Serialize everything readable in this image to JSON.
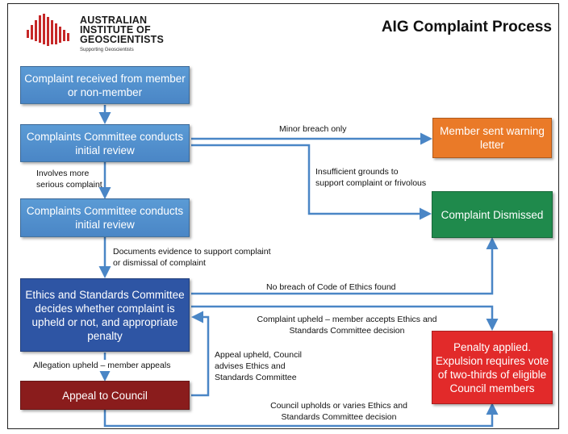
{
  "header": {
    "logo_line1": "AUSTRALIAN",
    "logo_line2": "INSTITUTE OF",
    "logo_line3": "GEOSCIENTISTS",
    "logo_tagline": "Supporting Geoscientists",
    "title": "AIG Complaint Process"
  },
  "boxes": {
    "received": "Complaint received from member or non-member",
    "review1": "Complaints Committee conducts initial review",
    "review2": "Complaints Committee conducts initial review",
    "ethics": "Ethics and Standards Committee decides whether complaint is upheld or not, and appropriate penalty",
    "appeal": "Appeal to Council",
    "warning": "Member sent warning letter",
    "dismissed": "Complaint Dismissed",
    "penalty": "Penalty applied. Expulsion requires vote of two-thirds of eligible Council members"
  },
  "labels": {
    "minor": "Minor breach only",
    "insufficient": "Insufficient grounds to support complaint or frivolous",
    "serious": "Involves more serious complaint",
    "documents": "Documents evidence to support complaint or dismissal of complaint",
    "no_breach": "No breach of Code of Ethics found",
    "upheld_accepts": "Complaint upheld – member accepts Ethics and Standards Committee decision",
    "allegation": "Allegation upheld – member appeals",
    "appeal_upheld": "Appeal upheld, Council advises Ethics and Standards Committee",
    "council_upholds": "Council upholds or varies Ethics and Standards Committee decision"
  },
  "colors": {
    "blue_box": "#5b9bd5",
    "dark_blue_box": "#2e55a4",
    "maroon_box": "#8a1c1c",
    "orange_box": "#ea7a28",
    "green_box": "#1f8a4c",
    "red_box": "#e22a2a",
    "connector": "#4a86c6"
  }
}
